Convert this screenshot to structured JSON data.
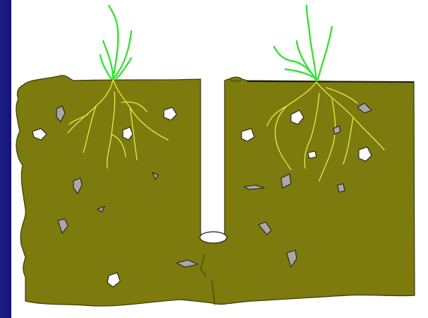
{
  "slide": {
    "background_color": "#16167a",
    "panel_color": "#ffffff"
  },
  "diagram": {
    "soil_color": "#7d7a0e",
    "soil_outline": "#3a3a06",
    "root_color": "#e6ef4a",
    "grass_color": "#39e039",
    "stone_fill": "#ffffff",
    "pebble_fill": "#a8a8a8",
    "stone_outline": "#222222",
    "parts": [
      "soil-block-left",
      "soil-block-right",
      "trench-slot",
      "trench-bottom-opening",
      "plant-left",
      "plant-right",
      "stones"
    ]
  }
}
